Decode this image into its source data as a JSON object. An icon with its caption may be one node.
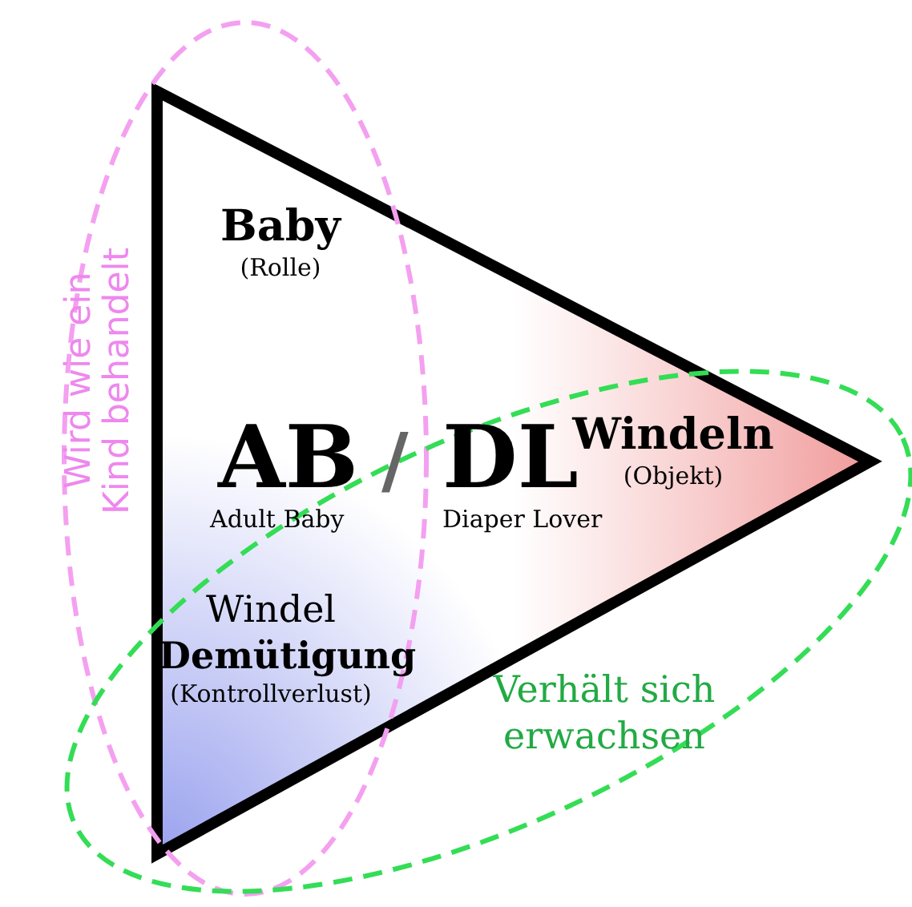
{
  "diagram": {
    "nodes": [
      {
        "text": [],
        "shape": "triangle"
      },
      {
        "text": [
          "Baby",
          "(Rolle)"
        ]
      },
      {
        "text": [
          "Windeln",
          "(Objekt)"
        ]
      },
      {
        "text": [
          "Windel **Demütigung**",
          "(Kontrollverlust)"
        ]
      },
      {
        "text": [
          "Wird wie ein Kind behandelt"
        ]
      },
      {
        "text": [
          "Verhält sich erwachsen"
        ]
      }
    ],
    "edges": [],
    "labels": [
      "AB",
      "/",
      "DL",
      "Adult Baby",
      "Diaper Lover"
    ]
  }
}
